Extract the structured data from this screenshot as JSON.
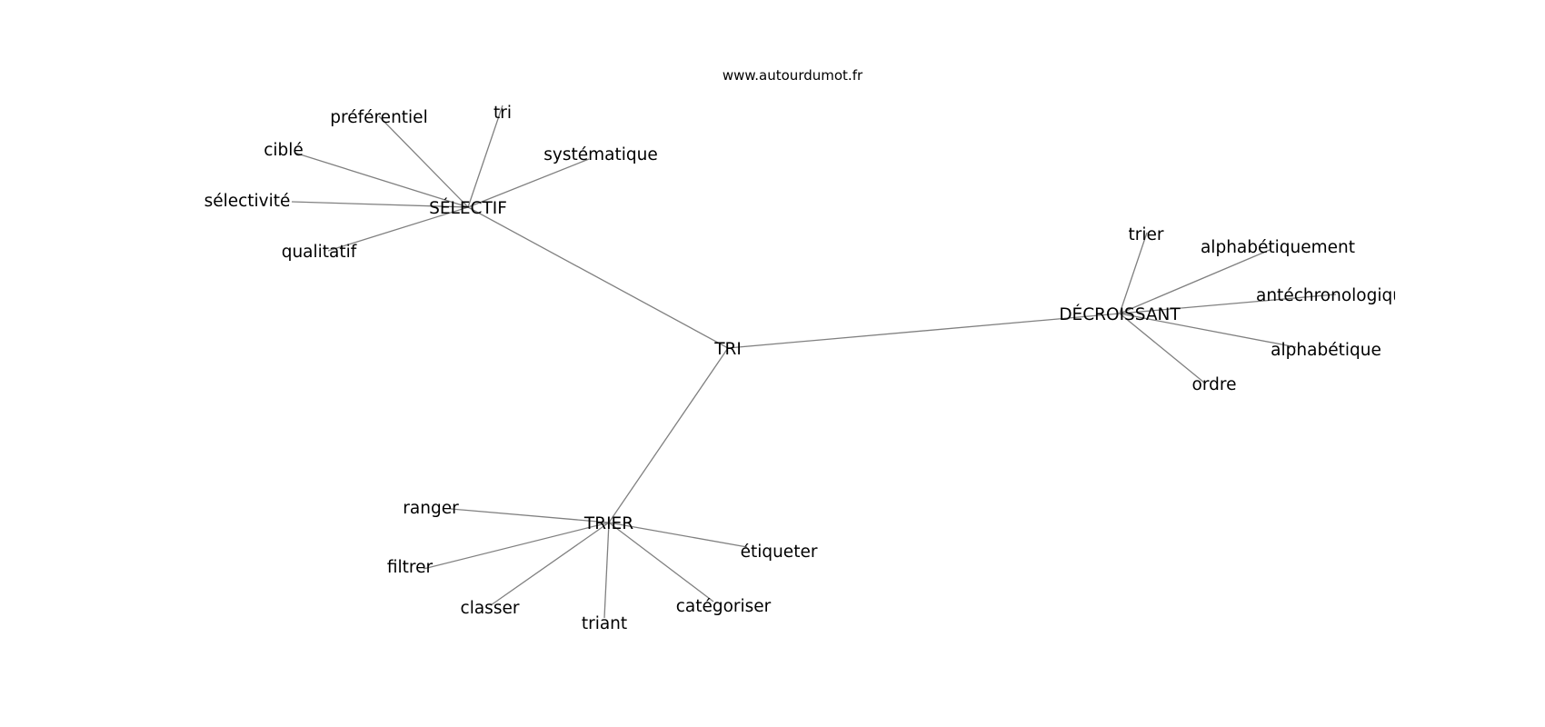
{
  "source_text": "www.autourdumot.fr",
  "edge_color": "#808080",
  "text_color": "#000000",
  "background": "#ffffff",
  "center": "TRI",
  "groups": [
    {
      "hub": "SÉLECTIF",
      "leaves": [
        "préférentiel",
        "tri",
        "ciblé",
        "systématique",
        "sélectivité",
        "qualitatif"
      ]
    },
    {
      "hub": "DÉCROISSANT",
      "leaves": [
        "trier",
        "alphabétiquement",
        "antéchronologique",
        "alphabétique",
        "ordre"
      ]
    },
    {
      "hub": "TRIER",
      "leaves": [
        "ranger",
        "étiqueter",
        "filtrer",
        "catégoriser",
        "classer",
        "triant"
      ]
    }
  ]
}
